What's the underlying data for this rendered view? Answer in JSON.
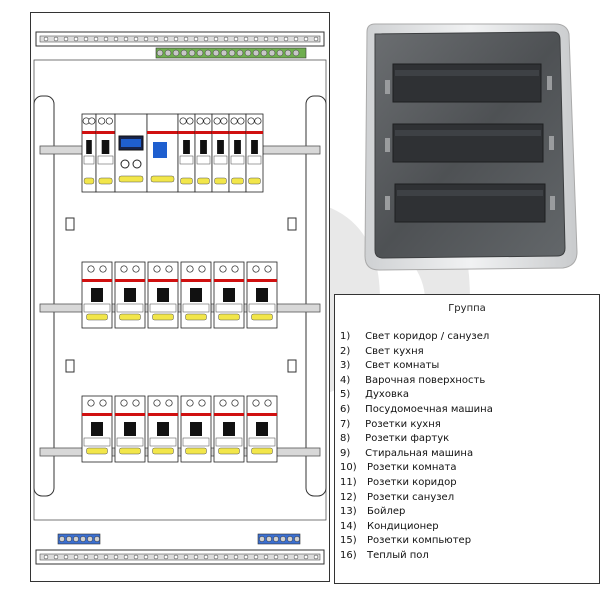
{
  "legend": {
    "title": "Группа",
    "items": [
      {
        "num": "1)",
        "label": "Свет коридор / санузел"
      },
      {
        "num": "2)",
        "label": "Свет кухня"
      },
      {
        "num": "3)",
        "label": "Свет комнаты"
      },
      {
        "num": "4)",
        "label": "Варочная поверхность"
      },
      {
        "num": "5)",
        "label": "Духовка"
      },
      {
        "num": "6)",
        "label": "Посудомоечная машина"
      },
      {
        "num": "7)",
        "label": "Розетки кухня"
      },
      {
        "num": "8)",
        "label": "Розетки фартук"
      },
      {
        "num": "9)",
        "label": "Стиральная машина"
      },
      {
        "num": "10)",
        "label": "Розетки комната"
      },
      {
        "num": "11)",
        "label": "Розетки коридор"
      },
      {
        "num": "12)",
        "label": "Розетки санузел"
      },
      {
        "num": "13)",
        "label": "Бойлер"
      },
      {
        "num": "14)",
        "label": "Кондиционер"
      },
      {
        "num": "15)",
        "label": "Розетки компьютер"
      },
      {
        "num": "16)",
        "label": "Теплый пол"
      }
    ]
  },
  "colors": {
    "outline": "#333333",
    "watermark": "#e2e2e2",
    "rail": "#d8d8d8",
    "breaker_red": "#d01010",
    "label_yellow": "#f2e64a",
    "display_blue": "#1f5fcf",
    "terminal_green": "#59a642",
    "terminal_blue": "#3b6fd0",
    "enclosure_door": "#5a5d60",
    "enclosure_body": "#e8e9ea"
  },
  "icons": [
    "shield-watermark",
    "din-rail",
    "circuit-breaker",
    "rcd-breaker",
    "terminal-block",
    "enclosure-photo"
  ]
}
